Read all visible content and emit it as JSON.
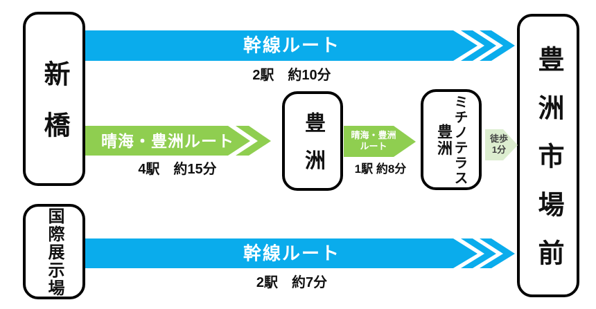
{
  "stations": {
    "shimbashi": {
      "name": "新橋"
    },
    "kokusai_tenjijo": {
      "name": "国際展示場"
    },
    "toyosu": {
      "name": "豊洲"
    },
    "michino_terrace": {
      "col_right": "ミチノテラス",
      "col_left": "豊洲"
    },
    "toyosu_shijo_mae": {
      "name": "豊洲市場前"
    }
  },
  "routes": {
    "kansen_top": {
      "label": "幹線ルート",
      "detail": "2駅　約10分",
      "color": "#0aacec"
    },
    "harumi_main": {
      "label": "晴海・豊洲ルート",
      "detail": "4駅　約15分",
      "color": "#8fce50"
    },
    "harumi_short": {
      "label_line1": "晴海・豊洲",
      "label_line2": "ルート",
      "detail": "1駅 約8分",
      "color": "#8fce50"
    },
    "walk": {
      "label_line1": "徒歩",
      "label_line2": "1分",
      "color": "#dcedcf"
    },
    "kansen_bottom": {
      "label": "幹線ルート",
      "detail": "2駅　約7分",
      "color": "#0aacec"
    }
  },
  "colors": {
    "main_line_blue": "#0aacec",
    "harumi_green": "#8fce50",
    "walk_light_green": "#dcedcf",
    "box_border": "#000000",
    "text_black": "#111111",
    "label_white": "#ffffff"
  }
}
